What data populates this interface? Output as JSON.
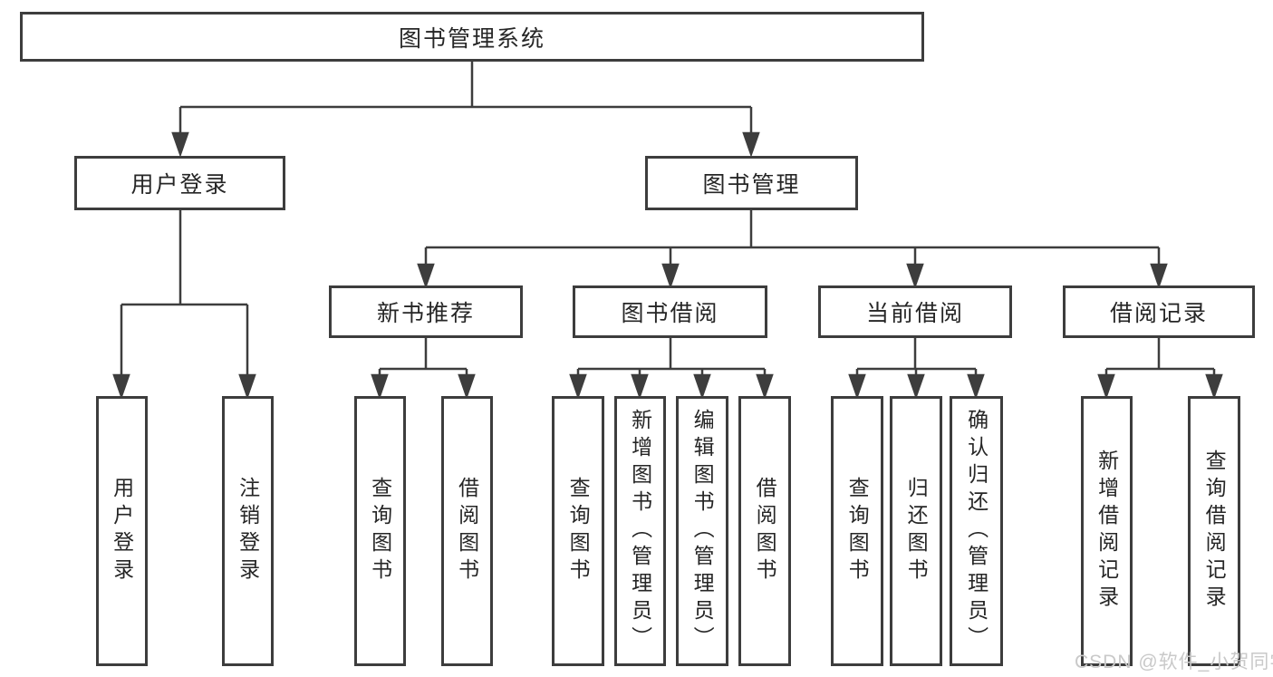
{
  "diagram": {
    "root": {
      "label": "图书管理系统"
    },
    "branches": [
      {
        "label": "用户登录",
        "children": [
          {
            "label": "用户登录"
          },
          {
            "label": "注销登录"
          }
        ]
      },
      {
        "label": "图书管理",
        "children": [
          {
            "label": "新书推荐",
            "children": [
              {
                "label": "查询图书"
              },
              {
                "label": "借阅图书"
              }
            ]
          },
          {
            "label": "图书借阅",
            "children": [
              {
                "label": "查询图书"
              },
              {
                "label": "新增图书（管理员）"
              },
              {
                "label": "编辑图书（管理员）"
              },
              {
                "label": "借阅图书"
              }
            ]
          },
          {
            "label": "当前借阅",
            "children": [
              {
                "label": "查询图书"
              },
              {
                "label": "归还图书"
              },
              {
                "label": "确认归还（管理员）"
              }
            ]
          },
          {
            "label": "借阅记录",
            "children": [
              {
                "label": "新增借阅记录"
              },
              {
                "label": "查询借阅记录"
              }
            ]
          }
        ]
      }
    ]
  },
  "watermark": {
    "text": "CSDN @软件_小贺同学"
  },
  "colors": {
    "line": "#3d3d3d",
    "node_border": "#3d3d3d",
    "node_text": "#262626",
    "background": "#ffffff",
    "watermark": "#c9c9c9"
  }
}
